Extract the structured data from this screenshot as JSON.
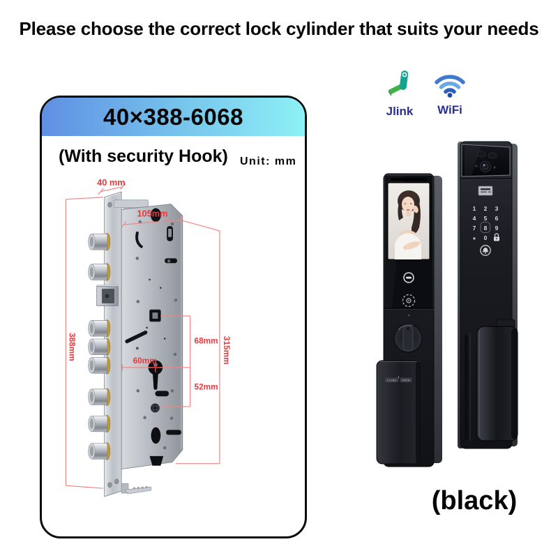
{
  "page_title": "Please choose the correct lock cylinder that suits your needs",
  "cylinder_panel": {
    "model": "40×388-6068",
    "subtitle": "(With security Hook)",
    "unit_label": "Unit: mm",
    "dims": {
      "faceplate_width": "40 mm",
      "backset": "105mm",
      "total_height": "388mm",
      "body_height": "315mm",
      "upper_spacing": "68mm",
      "center_line": "60mm",
      "lower_spacing": "52mm"
    }
  },
  "connectivity": {
    "jlink": "Jlink",
    "wifi": "WiFi"
  },
  "lock_front": {
    "close_label": "CLOSE",
    "open_label": "OPEN"
  },
  "lock_back": {
    "keys": [
      "1",
      "2",
      "3",
      "4",
      "5",
      "6",
      "7",
      "8",
      "9",
      "*",
      "0"
    ]
  },
  "variant": "(black)",
  "colors": {
    "dimension_red": "#e8393d",
    "header_gradient_left": "#5f8fe3",
    "header_gradient_right": "#8ef1f6",
    "connect_label_navy": "#2a2e8f",
    "device_black": "#16181d"
  }
}
